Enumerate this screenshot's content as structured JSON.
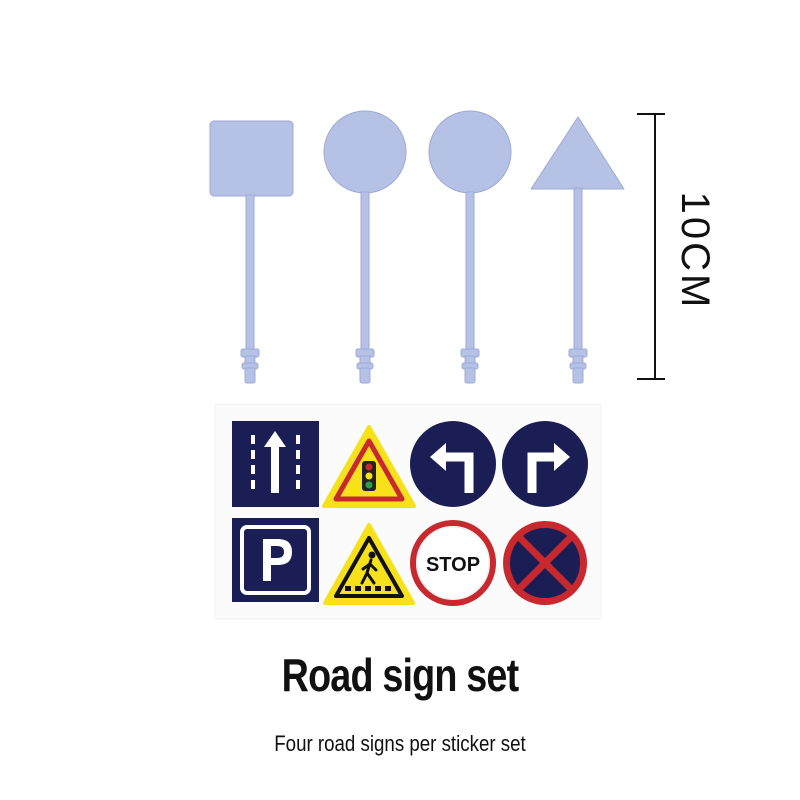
{
  "dimension": {
    "label": "10CM"
  },
  "sticker_sheet": {
    "stop_text": "STOP"
  },
  "caption": {
    "title": "Road sign set",
    "subtitle": "Four road signs per sticker set"
  },
  "colors": {
    "plastic_blue": "#b5c2e6",
    "navy": "#1b1e55",
    "warning_yellow": "#f7e11b",
    "red": "#c8292e"
  }
}
